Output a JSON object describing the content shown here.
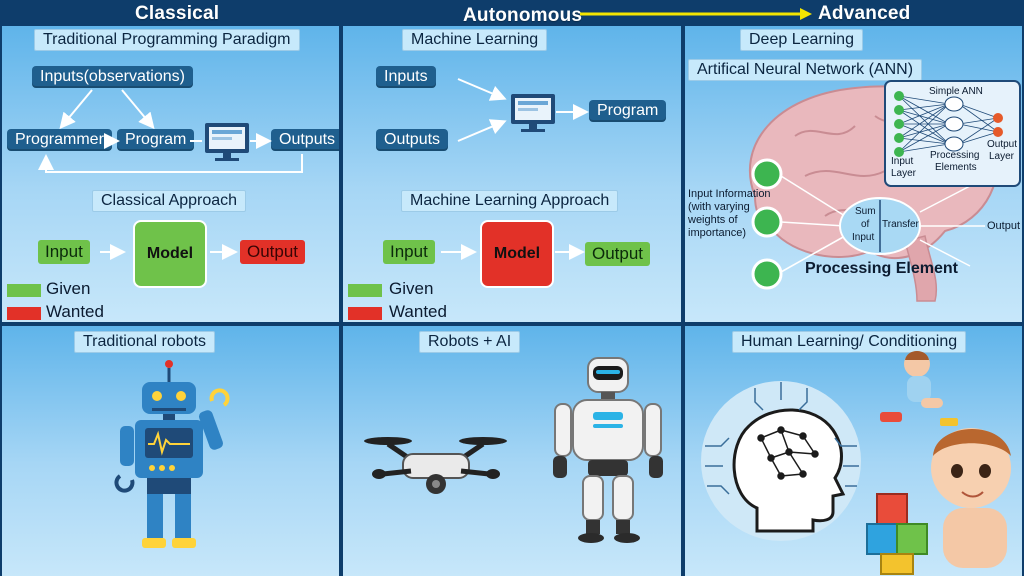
{
  "headers": {
    "classical": "Classical",
    "autonomous": "Autonomous",
    "advanced": "Advanced"
  },
  "panel_classical": {
    "title": "Traditional Programming Paradigm",
    "inputs": "Inputs(observations)",
    "programmer": "Programmer",
    "program": "Program",
    "outputs": "Outputs",
    "approach": "Classical Approach",
    "input": "Input",
    "model": "Model",
    "output": "Output",
    "given": "Given",
    "wanted": "Wanted"
  },
  "panel_ml": {
    "title": "Machine Learning",
    "inputs": "Inputs",
    "outputs": "Outputs",
    "program": "Program",
    "approach": "Machine Learning Approach",
    "input": "Input",
    "model": "Model",
    "output": "Output",
    "given": "Given",
    "wanted": "Wanted"
  },
  "panel_dl": {
    "title": "Deep Learning",
    "ann_title": "Artifical Neural Network (ANN)",
    "simple_ann": "Simple ANN",
    "input_layer_1": "Input",
    "input_layer_2": "Layer",
    "processing_1": "Processing",
    "processing_2": "Elements",
    "output_layer_1": "Output",
    "output_layer_2": "Layer",
    "input_info_1": "Input Information",
    "input_info_2": "(with varying",
    "input_info_3": "weights of",
    "input_info_4": "importance)",
    "sum_1": "Sum",
    "sum_2": "of",
    "sum_3": "Input",
    "transfer": "Transfer",
    "output": "Output",
    "processing_element": "Processing Element"
  },
  "panel_robots": {
    "title": "Traditional robots"
  },
  "panel_ai": {
    "title": "Robots + AI"
  },
  "panel_human": {
    "title": "Human Learning/ Conditioning"
  },
  "colors": {
    "given": "#6fc24a",
    "wanted": "#e23128",
    "pill": "#1f5f8e",
    "background": "#0e3d6b",
    "arrow_yellow": "#f4e500"
  },
  "icons": [
    "monitor-icon",
    "robot-illustration",
    "drone-illustration",
    "humanoid-robot-illustration",
    "brain-illustration",
    "ai-head-icon",
    "baby-illustration",
    "toy-blocks-illustration"
  ]
}
